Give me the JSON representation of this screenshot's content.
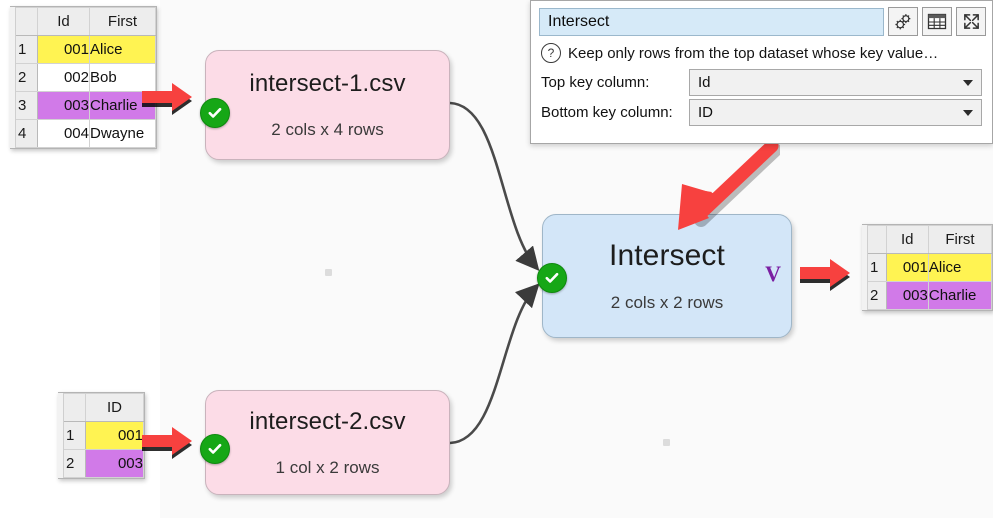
{
  "panel": {
    "name_value": "Intersect",
    "tools": [
      {
        "name": "settings-gears-icon",
        "label": "Settings"
      },
      {
        "name": "table-grid-icon",
        "label": "Table view"
      },
      {
        "name": "expand-icon",
        "label": "Expand"
      }
    ],
    "hint": "Keep only rows from the top dataset whose key value…",
    "fields": [
      {
        "label": "Top key column:",
        "value": "Id"
      },
      {
        "label": "Bottom key column:",
        "value": "ID"
      }
    ]
  },
  "input_table_top": {
    "headers": [
      "Id",
      "First"
    ],
    "rows": [
      {
        "num": "1",
        "id": "001",
        "first": "Alice",
        "hl": "yellow"
      },
      {
        "num": "2",
        "id": "002",
        "first": "Bob",
        "hl": "none"
      },
      {
        "num": "3",
        "id": "003",
        "first": "Charlie",
        "hl": "purple"
      },
      {
        "num": "4",
        "id": "004",
        "first": "Dwayne",
        "hl": "none"
      }
    ]
  },
  "input_table_bottom": {
    "headers": [
      "ID"
    ],
    "rows": [
      {
        "num": "1",
        "id": "001",
        "hl": "yellow"
      },
      {
        "num": "2",
        "id": "003",
        "hl": "purple"
      }
    ]
  },
  "output_table": {
    "headers": [
      "Id",
      "First"
    ],
    "rows": [
      {
        "num": "1",
        "id": "001",
        "first": "Alice",
        "hl": "yellow"
      },
      {
        "num": "2",
        "id": "003",
        "first": "Charlie",
        "hl": "purple"
      }
    ]
  },
  "nodes": {
    "source1": {
      "title": "intersect-1.csv",
      "subtitle": "2 cols x 4 rows",
      "status": "ok"
    },
    "source2": {
      "title": "intersect-2.csv",
      "subtitle": "1 col x 2 rows",
      "status": "ok"
    },
    "transform": {
      "title": "Intersect",
      "subtitle": "2 cols x 2 rows",
      "status": "ok",
      "marker": "V"
    }
  },
  "colors": {
    "node_pink": "#fcdce7",
    "node_blue": "#d3e6f8",
    "status_green": "#16a716",
    "highlight_yellow": "#fff352",
    "highlight_purple": "#d17ae8",
    "pointer_red": "#f7413f",
    "marker_purple": "#7b1fa2",
    "canvas": "#fafafa"
  }
}
